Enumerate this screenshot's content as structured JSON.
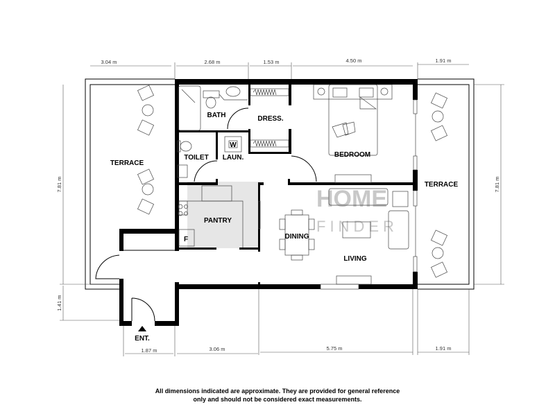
{
  "rooms": {
    "terrace_left": "TERRACE",
    "bath": "BATH",
    "dress": "DRESS.",
    "toilet": "TOILET",
    "laundry": "LAUN.",
    "washer_symbol": "W",
    "bedroom": "BEDROOM",
    "terrace_right": "TERRACE",
    "pantry": "PANTRY",
    "fridge_symbol": "F",
    "dining": "DINING",
    "living": "LIVING",
    "entrance": "ENT."
  },
  "dimensions": {
    "top": [
      "3.04 m",
      "2.68 m",
      "1.53 m",
      "4.50 m",
      "1.91 m"
    ],
    "bottom": [
      "1.87 m",
      "3.06 m",
      "5.75 m",
      "1.91 m"
    ],
    "left": [
      "7.81 m",
      "1.41 m"
    ],
    "right": [
      "7.81 m"
    ]
  },
  "watermark": {
    "line1": "HOME",
    "line2": "FINDER"
  },
  "disclaimer": {
    "line1": "All dimensions indicated are approximate. They are provided for general reference",
    "line2": "only and should not be considered exact measurements."
  }
}
